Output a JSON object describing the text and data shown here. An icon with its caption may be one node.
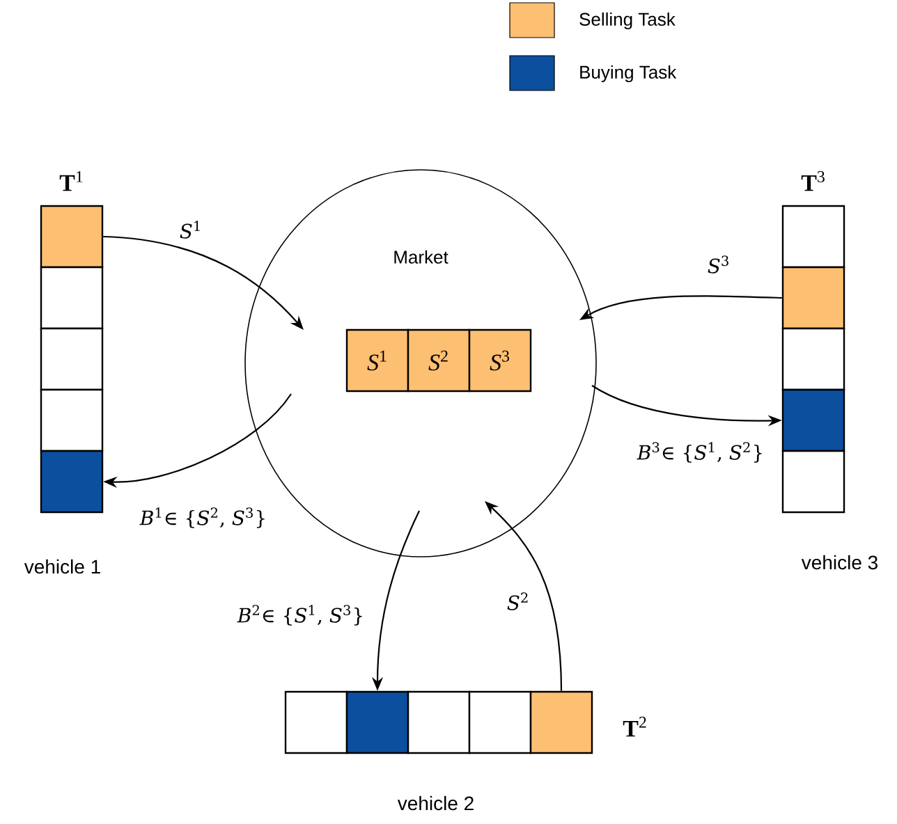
{
  "diagram": {
    "nodes": [
      {
        "text": [
          "Market"
        ]
      },
      {
        "text": [
          "*S*$^{1}$"
        ],
        "in": 0
      },
      {
        "text": [
          "*S*$^{2}$"
        ],
        "in": 0
      },
      {
        "text": [
          "*S*$^{3}$"
        ],
        "in": 0
      },
      {
        "text": [],
        "shape": "box",
        "beside": [
          "**T**$^{1}$"
        ]
      },
      {
        "text": [],
        "shape": "box"
      },
      {
        "text": [],
        "shape": "box"
      },
      {
        "text": [],
        "shape": "box"
      },
      {
        "text": [],
        "shape": "box"
      },
      {
        "text": [],
        "shape": "box",
        "beside": [
          "**T**$^{3}$"
        ]
      },
      {
        "text": [],
        "shape": "box"
      },
      {
        "text": [],
        "shape": "box"
      },
      {
        "text": [],
        "shape": "box"
      },
      {
        "text": [],
        "shape": "box"
      },
      {
        "text": [],
        "shape": "box"
      },
      {
        "text": [],
        "shape": "box"
      },
      {
        "text": [],
        "shape": "box"
      },
      {
        "text": [],
        "shape": "box"
      },
      {
        "text": [],
        "shape": "box",
        "beside": [
          "**T**$^{2}$"
        ]
      }
    ],
    "edges": [
      {
        "from": 4,
        "to": 0,
        "arrow": "to",
        "label": "*S*$^{1}$"
      },
      {
        "from": 0,
        "to": 8,
        "arrow": "to",
        "label": "*B*$^{1}$∈ {*S*$^{2}$, *S*$^{3}$}"
      },
      {
        "from": 10,
        "to": 0,
        "arrow": "to",
        "label": "*S*$^{3}$"
      },
      {
        "from": 0,
        "to": 12,
        "arrow": "to",
        "label": "*B*$^{3}$∈ {*S*$^{1}$, *S*$^{2}$}"
      },
      {
        "from": 0,
        "to": 15,
        "arrow": "to",
        "label": "*B*$^{2}$∈ {*S*$^{1}$, *S*$^{3}$}"
      },
      {
        "from": 18,
        "to": 0,
        "arrow": "to",
        "label": "*S*$^{2}$"
      }
    ],
    "labels": [
      "vehicle 1",
      "vehicle 3",
      "vehicle 2"
    ],
    "legend": [
      {
        "text": "Selling Task",
        "color": "#fdbf72"
      },
      {
        "text": "Buying Task",
        "color": "#0b4f9e"
      }
    ]
  }
}
